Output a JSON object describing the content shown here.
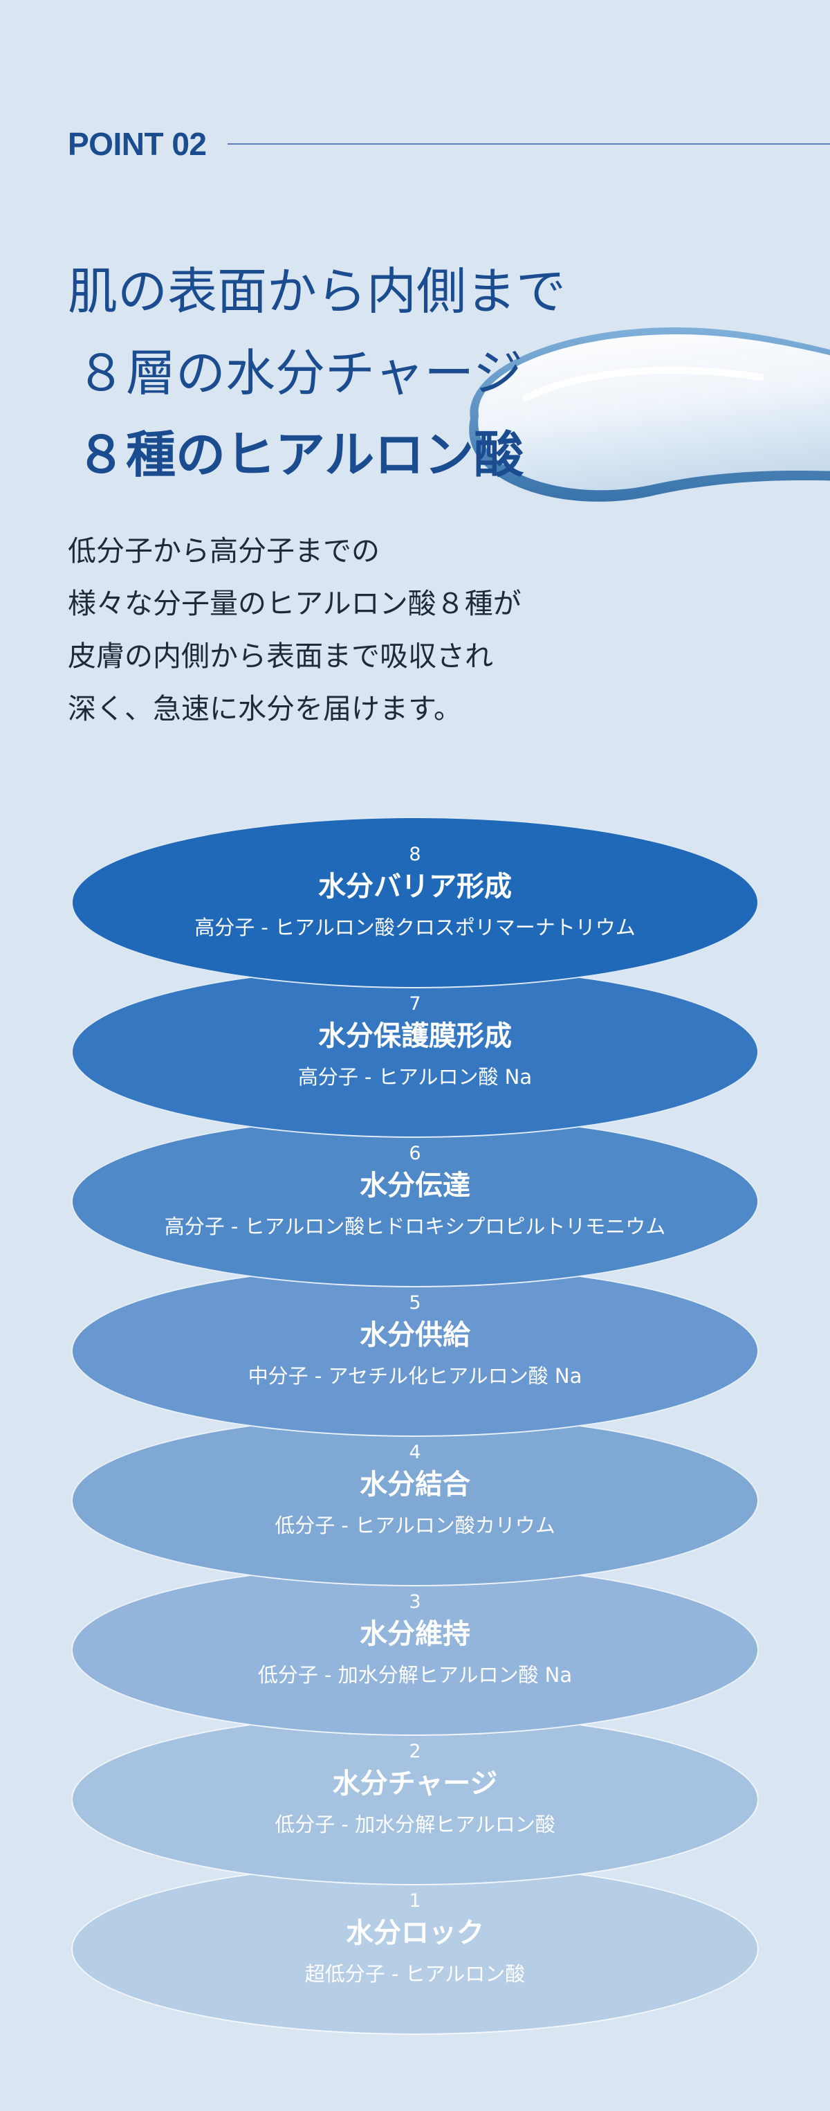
{
  "section_label": "POINT 02",
  "headline": {
    "line1": "肌の表面から内側まで",
    "line2": "８層の水分チャージ",
    "line3": "８種のヒアルロン酸"
  },
  "body": [
    "低分子から高分子までの",
    "様々な分子量のヒアルロン酸８種が",
    "皮膚の内側から表面まで吸収され",
    "深く、急速に水分を届けます。"
  ],
  "layers": [
    {
      "num": "8",
      "title": "水分バリア形成",
      "desc": "高分子 - ヒアルロン酸クロスポリマーナトリウム",
      "color": "#2068b8"
    },
    {
      "num": "7",
      "title": "水分保護膜形成",
      "desc": "高分子 - ヒアルロン酸 Na",
      "color": "#3577c0"
    },
    {
      "num": "6",
      "title": "水分伝達",
      "desc": "高分子 - ヒアルロン酸ヒドロキシプロピルトリモニウム",
      "color": "#5089c8"
    },
    {
      "num": "5",
      "title": "水分供給",
      "desc": "中分子 - アセチル化ヒアルロン酸 Na",
      "color": "#6898cf"
    },
    {
      "num": "4",
      "title": "水分結合",
      "desc": "低分子 - ヒアルロン酸カリウム",
      "color": "#7fa8d5"
    },
    {
      "num": "3",
      "title": "水分維持",
      "desc": "低分子 - 加水分解ヒアルロン酸 Na",
      "color": "#93b5db"
    },
    {
      "num": "2",
      "title": "水分チャージ",
      "desc": "低分子 - 加水分解ヒアルロン酸",
      "color": "#a5c2e0"
    },
    {
      "num": "1",
      "title": "水分ロック",
      "desc": "超低分子 - ヒアルロン酸",
      "color": "#b6cde6"
    }
  ]
}
